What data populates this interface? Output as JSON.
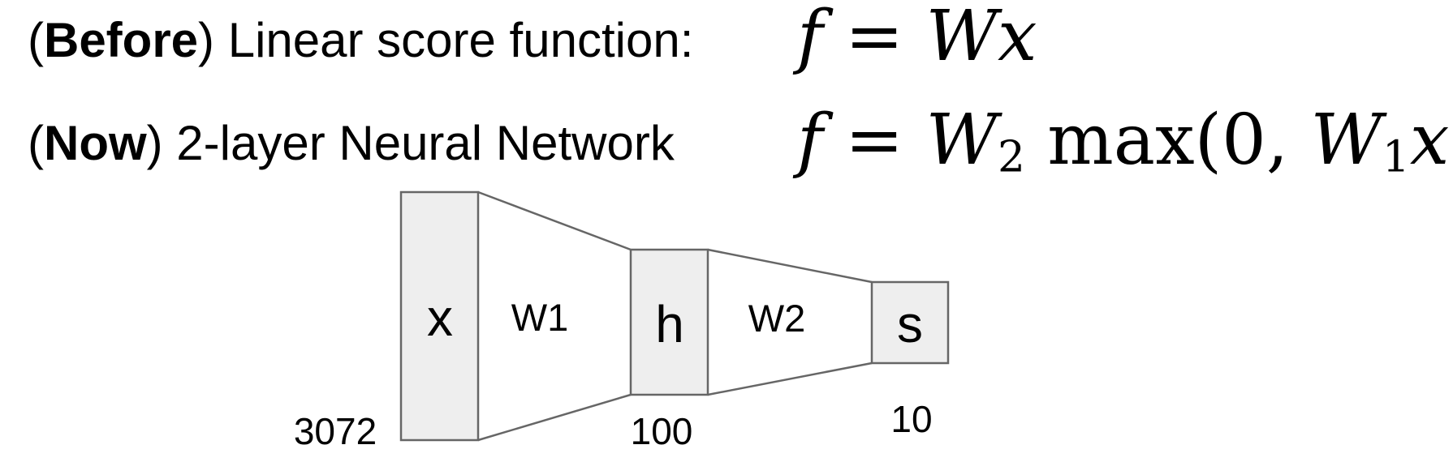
{
  "rows": [
    {
      "tag": "Before",
      "description": " Linear score function:",
      "formula": {
        "lhs": "f",
        "eq": " = ",
        "parts": [
          "W",
          "x"
        ]
      }
    },
    {
      "tag": "Now",
      "description": " 2-layer Neural Network",
      "formula": {
        "lhs": "f",
        "eq": " = ",
        "W2": "W",
        "W2_sub": "2",
        "max": " max(0, ",
        "W1": "W",
        "W1_sub": "1",
        "x": "x",
        "close": ")"
      }
    }
  ],
  "network": {
    "layers": [
      {
        "name": "x",
        "size": "3072"
      },
      {
        "name": "h",
        "size": "100"
      },
      {
        "name": "s",
        "size": "10"
      }
    ],
    "weights": [
      {
        "name": "W1"
      },
      {
        "name": "W2"
      }
    ],
    "colors": {
      "box_fill": "#eeeeee",
      "stroke": "#666666",
      "text": "#000000"
    }
  }
}
